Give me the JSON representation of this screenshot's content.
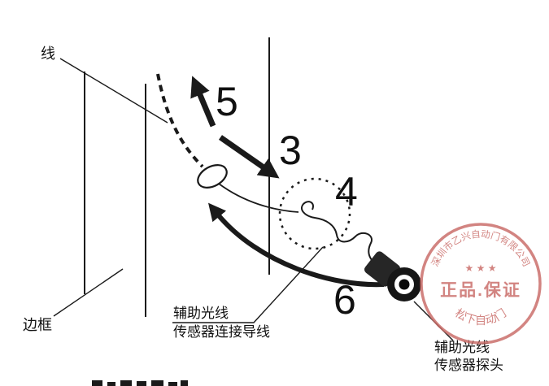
{
  "figure": {
    "background": "#ffffff",
    "ink_color": "#1a1a1a",
    "labels": {
      "wire": "线",
      "frame": "边框",
      "sensor_cable_line1": "辅助光线",
      "sensor_cable_line2": "传感器连接导线",
      "sensor_probe_line1": "辅助光线",
      "sensor_probe_line2": "传感器探头"
    },
    "step_numbers": {
      "three": "3",
      "four": "4",
      "five": "5",
      "six": "6"
    },
    "stamp": {
      "arc_top": "深圳市乙兴自动门有限公司",
      "stars": "★  ★  ★",
      "title": "正品.保证",
      "arc_bottom": "松下自动门",
      "color": "#c96a66"
    }
  }
}
